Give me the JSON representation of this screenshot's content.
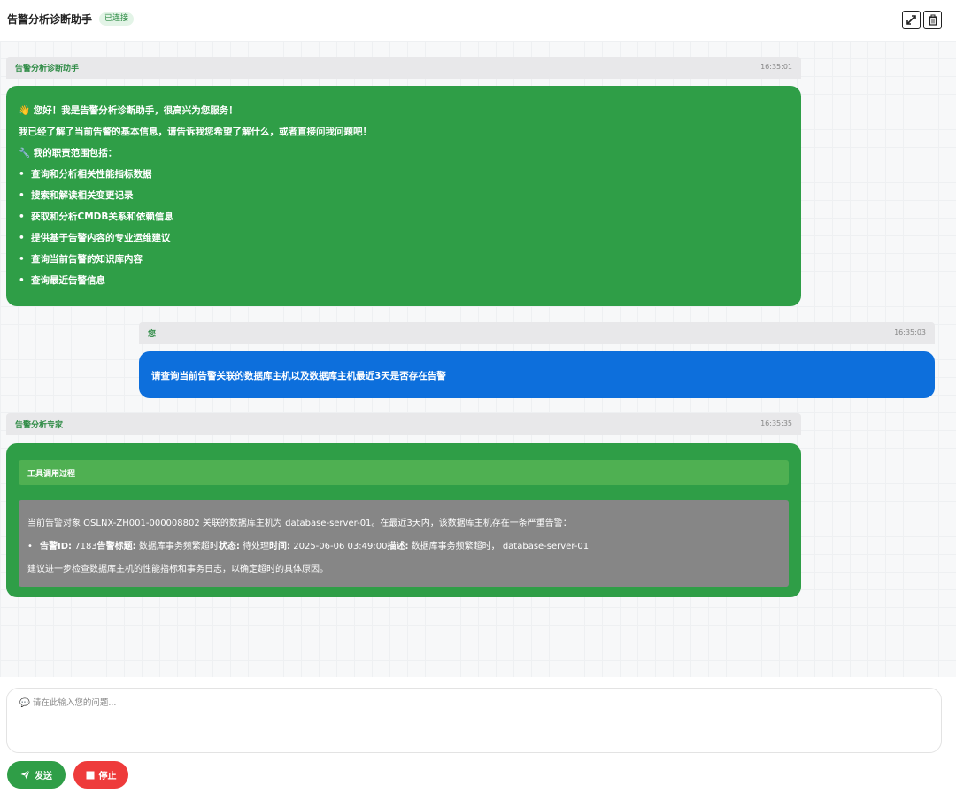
{
  "header": {
    "title": "告警分析诊断助手",
    "status": "已连接"
  },
  "messages": [
    {
      "sender": "告警分析诊断助手",
      "time": "16:35:01",
      "lines": [
        "👋 您好！我是告警分析诊断助手，很高兴为您服务！",
        "我已经了解了当前告警的基本信息，请告诉我您希望了解什么，或者直接问我问题吧！",
        "🔧 我的职责范围包括：",
        "查询和分析相关性能指标数据",
        "搜索和解读相关变更记录",
        "获取和分析CMDB关系和依赖信息",
        "提供基于告警内容的专业运维建议",
        "查询当前告警的知识库内容",
        "查询最近告警信息"
      ]
    },
    {
      "sender": "您",
      "time": "16:35:03",
      "text": "请查询当前告警关联的数据库主机以及数据库主机最近3天是否存在告警"
    },
    {
      "sender": "告警分析专家",
      "time": "16:35:35",
      "tool_label": "工具调用过程",
      "result_line1": "当前告警对象 OSLNX-ZH001-000008802 关联的数据库主机为 database-server-01。在最近3天内，该数据库主机存在一条严重告警：",
      "alert_id_label": "告警ID:",
      "alert_id": "7183",
      "alert_title_label": "告警标题:",
      "alert_title": "数据库事务频繁超时",
      "alert_status_label": "状态:",
      "alert_status": "待处理",
      "alert_time_label": "时间:",
      "alert_time": "2025-06-06 03:49:00",
      "alert_desc_label": "描述:",
      "alert_desc": "数据库事务频繁超时， database-server-01",
      "result_line3": "建议进一步检查数据库主机的性能指标和事务日志，以确定超时的具体原因。"
    }
  ],
  "input": {
    "placeholder": "💬 请在此输入您的问题..."
  },
  "buttons": {
    "send": "发送",
    "stop": "停止"
  },
  "colors": {
    "assistant_bubble": "#2f9e47",
    "user_bubble": "#0d6fdc",
    "stop_button": "#ee3b3b"
  }
}
